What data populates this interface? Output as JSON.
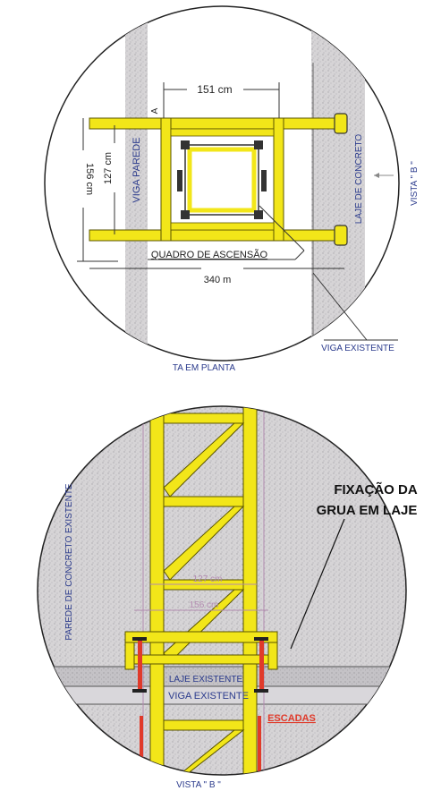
{
  "top_view": {
    "dim_width": "151 cm",
    "dim_height_outer": "156 cm",
    "dim_height_inner": "127 cm",
    "dim_total": "340 m",
    "label_viga_parede": "VIGA PAREDE",
    "label_a": "A",
    "label_laje": "LAJE DE CONCRETO",
    "label_quadro": "QUADRO DE ASCENSÃO",
    "label_vista_b": "VISTA \" B \"",
    "label_viga_existente": "VIGA EXISTENTE",
    "caption": "TA EM PLANTA"
  },
  "bottom_view": {
    "label_parede": "PAREDE DE CONCRETO EXISTENTE",
    "dim_inner": "127 cm",
    "dim_outer": "156 cm",
    "label_laje": "LAJE EXISTENTE",
    "label_viga": "VIGA EXISTENTE",
    "label_escadas": "ESCADAS",
    "callout_line1": "FIXAÇÃO DA",
    "callout_line2": "GRUA  EM LAJE",
    "caption": "VISTA \" B \""
  },
  "colors": {
    "yellow": "#f2e619",
    "concrete": "#c9c9c9",
    "blue_text": "#2a3a8c",
    "red": "#e03a2a"
  }
}
